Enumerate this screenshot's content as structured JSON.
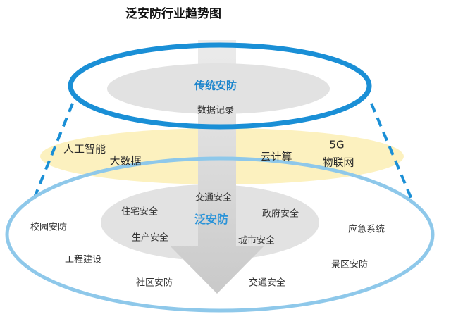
{
  "title": "泛安防行业趋势图",
  "colors": {
    "top_ring": "#1a8fd6",
    "top_ring_label": "#1a84cc",
    "bottom_ring": "#8ec8ea",
    "bottom_ring_label": "#2a93d8",
    "middle_band": "#fbeeb4",
    "inner_ellipse": "#e2e2e2",
    "arrow": "#d2d2d2",
    "connector_dashes": "#1a8fd6"
  },
  "top_ring": {
    "label": "传统安防",
    "items": [
      "数据记录"
    ]
  },
  "middle_band": {
    "items": [
      {
        "text": "人工智能"
      },
      {
        "text": "大数据"
      },
      {
        "text": "云计算"
      },
      {
        "text": "5G"
      },
      {
        "text": "物联网"
      }
    ]
  },
  "bottom_ring": {
    "label": "泛安防",
    "inner_items": [
      "交通安全",
      "住宅安全",
      "政府安全",
      "生产安全",
      "城市安全"
    ],
    "outer_items": [
      "校园安防",
      "应急系统",
      "工程建设",
      "景区安防",
      "社区安防",
      "交通安全"
    ]
  }
}
